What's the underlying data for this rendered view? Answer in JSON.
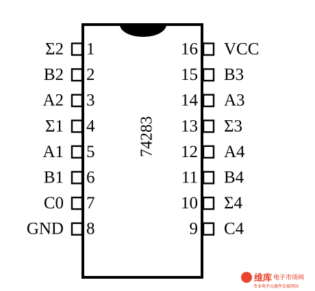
{
  "chip": {
    "part_number": "74283",
    "pins_left": [
      {
        "num": "1",
        "label": "Σ2"
      },
      {
        "num": "2",
        "label": "B2"
      },
      {
        "num": "3",
        "label": "A2"
      },
      {
        "num": "4",
        "label": "Σ1"
      },
      {
        "num": "5",
        "label": "A1"
      },
      {
        "num": "6",
        "label": "B1"
      },
      {
        "num": "7",
        "label": "C0"
      },
      {
        "num": "8",
        "label": "GND"
      }
    ],
    "pins_right": [
      {
        "num": "16",
        "label": "VCC"
      },
      {
        "num": "15",
        "label": "B3"
      },
      {
        "num": "14",
        "label": "A3"
      },
      {
        "num": "13",
        "label": "Σ3"
      },
      {
        "num": "12",
        "label": "A4"
      },
      {
        "num": "11",
        "label": "B4"
      },
      {
        "num": "10",
        "label": "Σ4"
      },
      {
        "num": "9",
        "label": "C4"
      }
    ]
  },
  "watermark": {
    "logo_text": "维库",
    "sub_text": "电子市场网",
    "tagline": "专业电子元器件交易网站",
    "color": "#e8452c"
  }
}
